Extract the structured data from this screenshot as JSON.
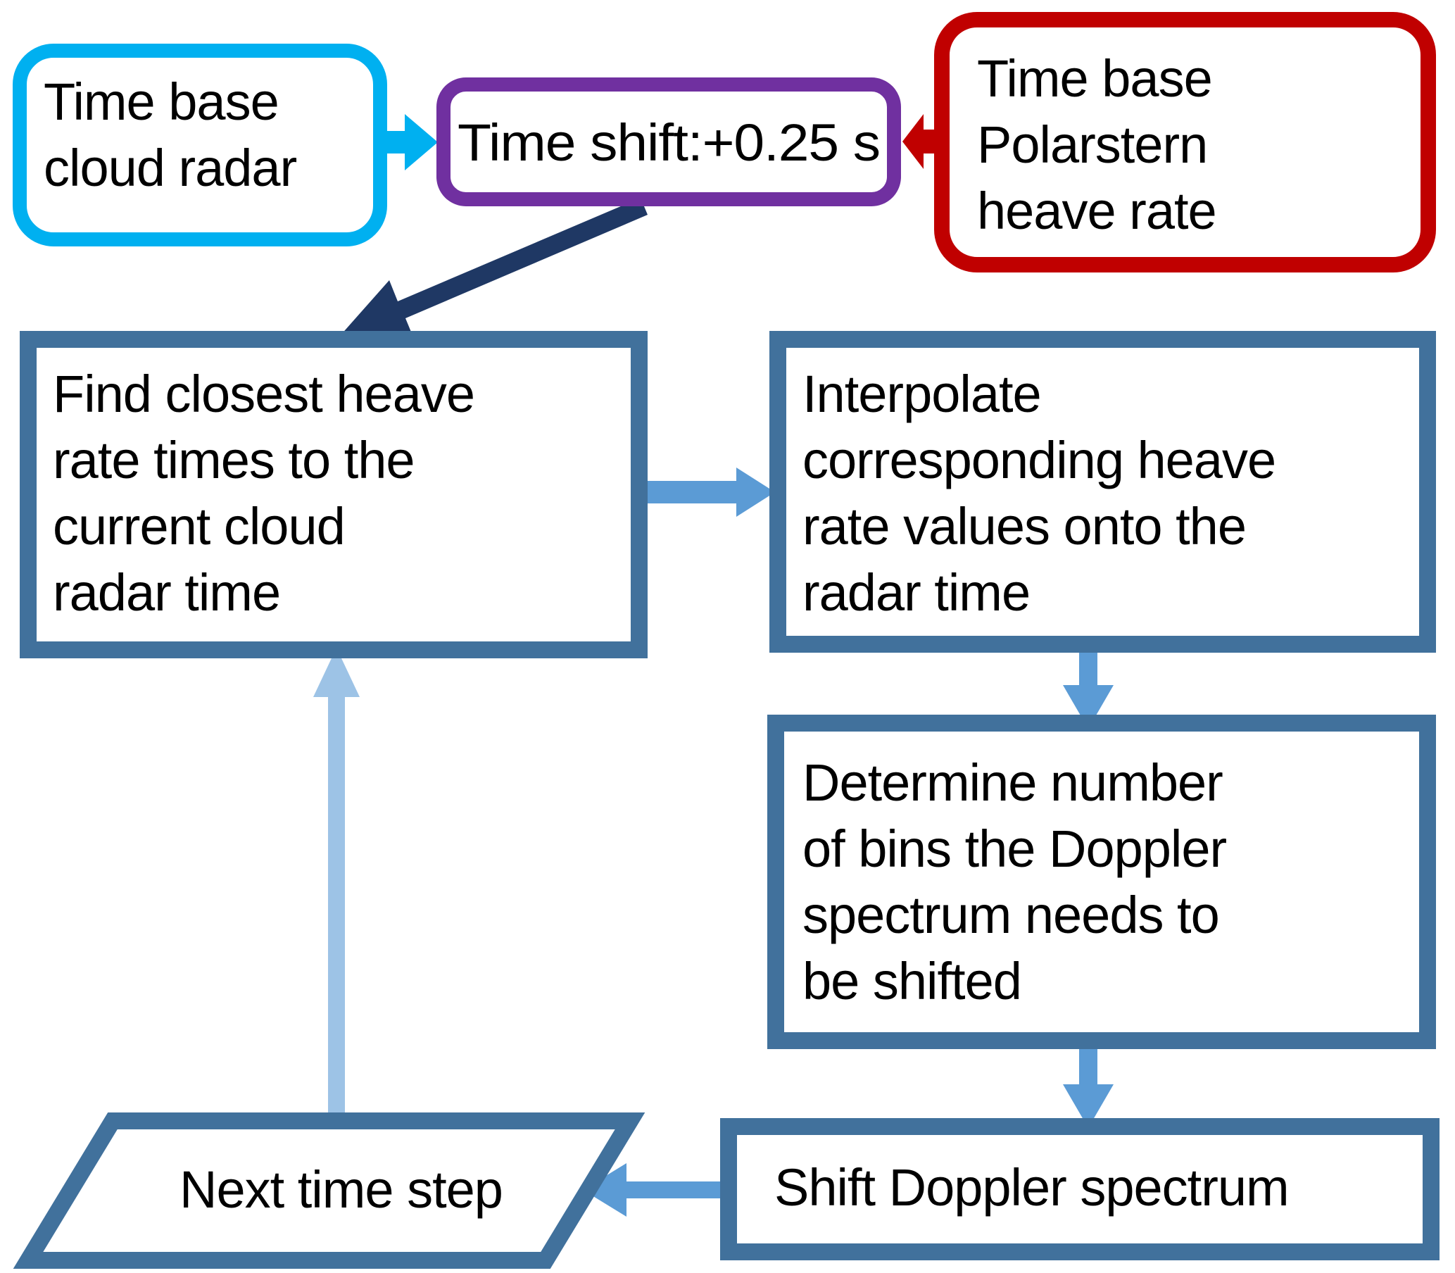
{
  "colors": {
    "cyan": "#00b0f0",
    "purple": "#7030a0",
    "dark_red": "#c00000",
    "navy": "#1f3864",
    "steel_blue": "#41719c",
    "medium_blue": "#5b9bd5",
    "light_blue": "#9dc3e6",
    "text": "#000000",
    "background": "#ffffff"
  },
  "nodes": {
    "time_base_cloud_radar": {
      "lines": [
        "Time base",
        "cloud radar"
      ]
    },
    "time_shift": {
      "label": "Time shift:+0.25 s"
    },
    "time_base_polarstern_heave_rate": {
      "lines": [
        "Time base",
        "Polarstern",
        "heave rate"
      ]
    },
    "find_closest_heave_rate": {
      "lines": [
        "Find closest heave",
        "rate times to the",
        "current cloud",
        "radar time"
      ]
    },
    "interpolate_heave_rate": {
      "lines": [
        "Interpolate",
        "corresponding heave",
        "rate values onto the",
        "radar time"
      ]
    },
    "determine_bins": {
      "lines": [
        "Determine number",
        "of bins the Doppler",
        "spectrum needs to",
        "be shifted"
      ]
    },
    "shift_doppler_spectrum": {
      "label": "Shift Doppler spectrum"
    },
    "next_time_step": {
      "label": "Next time step"
    }
  }
}
